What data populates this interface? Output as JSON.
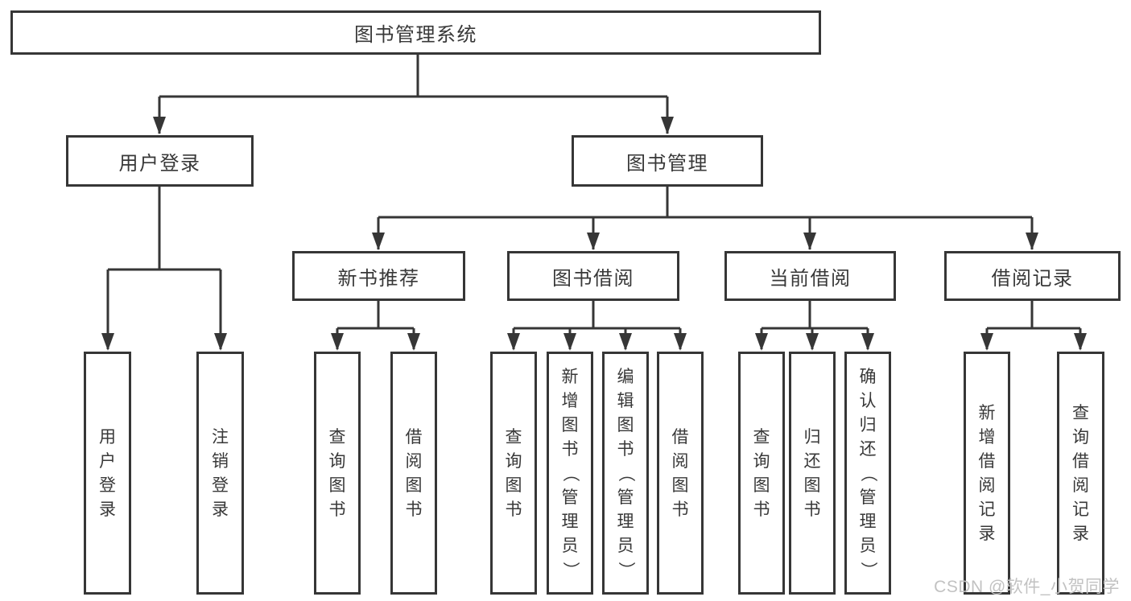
{
  "diagram": {
    "root": "图书管理系统",
    "branches": [
      {
        "label": "用户登录",
        "children": [
          "用户登录",
          "注销登录"
        ]
      },
      {
        "label": "图书管理",
        "sections": [
          {
            "label": "新书推荐",
            "children": [
              "查询图书",
              "借阅图书"
            ]
          },
          {
            "label": "图书借阅",
            "children": [
              "查询图书",
              "新增图书（管理员）",
              "编辑图书（管理员）",
              "借阅图书"
            ]
          },
          {
            "label": "当前借阅",
            "children": [
              "查询图书",
              "归还图书",
              "确认归还（管理员）"
            ]
          },
          {
            "label": "借阅记录",
            "children": [
              "新增借阅记录",
              "查询借阅记录"
            ]
          }
        ]
      }
    ]
  },
  "watermark": "CSDN @软件_小贺同学",
  "colors": {
    "line": "#363636",
    "text": "#383838",
    "watermark": "#c2c2c2",
    "background": "#ffffff"
  }
}
